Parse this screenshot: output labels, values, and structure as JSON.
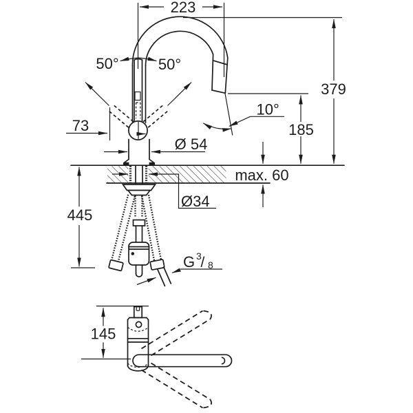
{
  "drawing": {
    "background": "#ffffff",
    "line_color": "#1d1d1d",
    "side_view": {
      "spout_reach_label": "223",
      "handle_swing_left_label": "50°",
      "handle_swing_right_label": "50°",
      "handle_offset_label": "73",
      "body_diameter_label": "Ø 54",
      "total_height_label": "379",
      "outlet_angle_label": "10°",
      "outlet_height_label": "185",
      "deck_thickness_label": "max. 60",
      "hole_diameter_label": "Ø34",
      "hose_length_label": "445",
      "thread_g_label": "G",
      "thread_numerator_label": "3",
      "thread_slash_label": "/",
      "thread_denominator_label": "8"
    },
    "bottom_view": {
      "body_depth_label": "145"
    }
  }
}
